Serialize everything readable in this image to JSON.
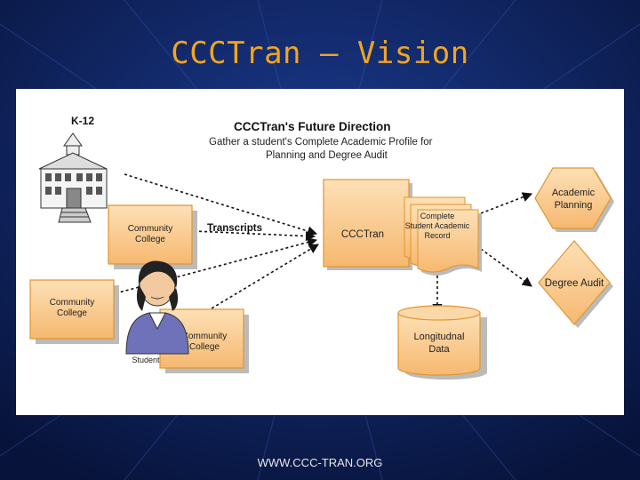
{
  "slide": {
    "title": "CCCTran – Vision",
    "footer": "WWW.CCC-TRAN.ORG"
  },
  "colors": {
    "background": "#0a1a4d",
    "title": "#f2a51f",
    "box_fill": "#f9c98c",
    "box_stroke": "#e0952c",
    "panel": "#ffffff"
  },
  "diagram": {
    "label_k12": "K-12",
    "heading": "CCCTran's Future Direction",
    "subheading_line1": "Gather a student's Complete Academic Profile for",
    "subheading_line2": "Planning and Degree Audit",
    "transcripts_label": "Transcripts",
    "cc_top_line1": "Community",
    "cc_top_line2": "College",
    "cc_left_line1": "Community",
    "cc_left_line2": "College",
    "cc_bottom_line1": "Community",
    "cc_bottom_line2": "College",
    "student_label": "Student",
    "ccctran_label": "CCCTran",
    "record_line1": "Complete",
    "record_line2": "Student Academic",
    "record_line3": "Record",
    "database_line1": "Longitudnal",
    "database_line2": "Data",
    "planning_line1": "Academic",
    "planning_line2": "Planning",
    "degree_audit": "Degree Audit"
  }
}
